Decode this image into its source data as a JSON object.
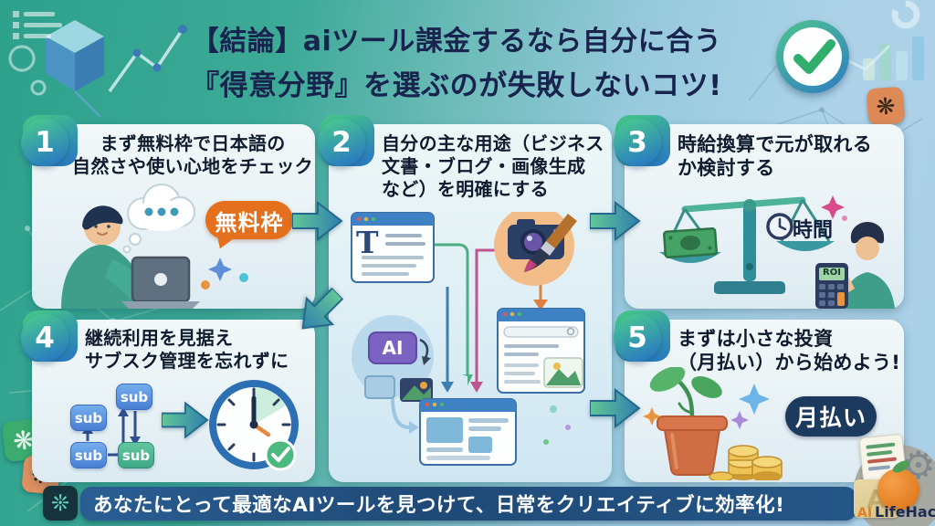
{
  "title": {
    "line1": "【結論】aiツール課金するなら自分に合う",
    "line2": "『得意分野』を選ぶのが失敗しないコツ!"
  },
  "steps": [
    {
      "number": "1",
      "lines": [
        "まず無料枠で日本語の",
        "自然さや使い心地をチェック"
      ],
      "bubble_label": "無料枠"
    },
    {
      "number": "2",
      "lines": [
        "自分の主な用途（ビジネス",
        "文書・ブログ・画像生成",
        "など）を明確にする"
      ],
      "doc_letter": "T",
      "ai_label": "AI"
    },
    {
      "number": "3",
      "lines": [
        "時給換算で元が取れる",
        "か検討する"
      ],
      "time_label": "時間",
      "calc_label": "ROI"
    },
    {
      "number": "4",
      "lines": [
        "継続利用を見据え",
        "サブスク管理を忘れずに"
      ],
      "sub_labels": [
        "sub",
        "sub",
        "sub",
        "sub"
      ]
    },
    {
      "number": "5",
      "lines": [
        "まずは小さな投資",
        "（月払い）から始めよう!"
      ],
      "bubble_label": "月払い"
    }
  ],
  "footer": {
    "text": "あなたにとって最適なAIツールを見つけて、日常をクリエイティブに効率化!"
  },
  "logo": {
    "prefix": "AI",
    "name": "LifeHack+",
    "folder_letter": "A"
  },
  "icons": {
    "gpt_knot": "❋",
    "footer_flower": "❊",
    "gear": "⚙"
  },
  "colors": {
    "bg_teal": "#2da18c",
    "bg_blue": "#aed3e9",
    "navy_text": "#18234e",
    "badge_green": "#43c08e",
    "badge_blue": "#2a7cc0",
    "accent_orange": "#e4701e",
    "pill_navy": "#1c3a5e",
    "footer_bar": "#1f4a77"
  }
}
